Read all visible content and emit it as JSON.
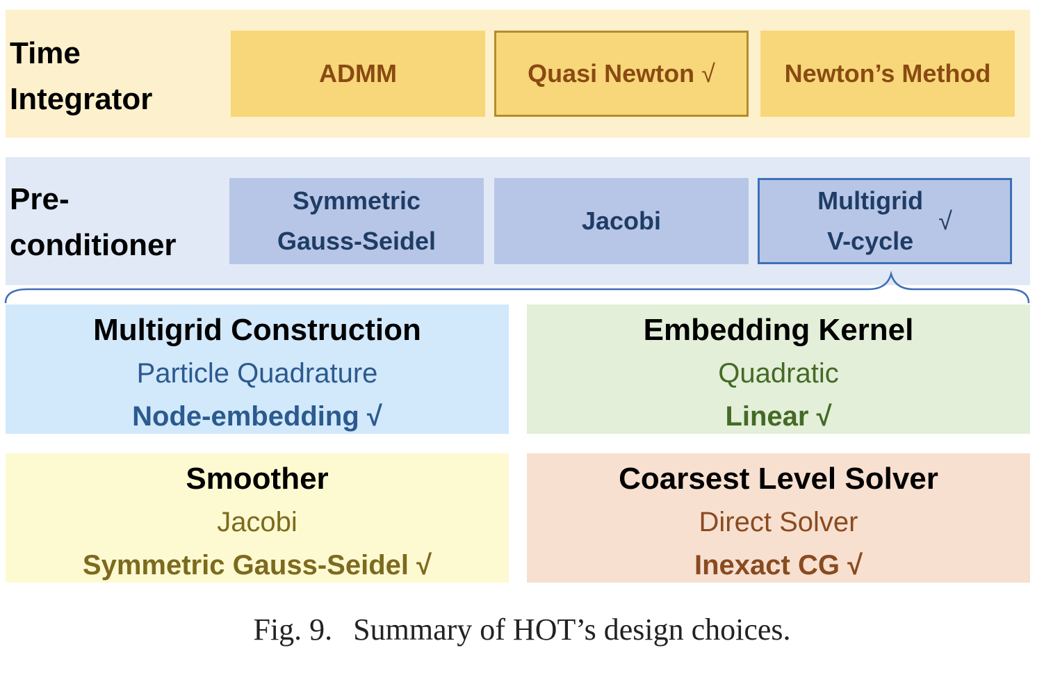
{
  "time_integrator": {
    "label_line1": "Time",
    "label_line2": "Integrator",
    "options": [
      {
        "label": "ADMM"
      },
      {
        "label": "Quasi Newton",
        "check": "√"
      },
      {
        "label": "Newton’s Method"
      }
    ]
  },
  "preconditioner": {
    "label_line1": "Pre-",
    "label_line2": "conditioner",
    "options": [
      {
        "line1": "Symmetric",
        "line2": "Gauss-Seidel"
      },
      {
        "line1": "Jacobi"
      },
      {
        "line1": "Multigrid",
        "line2": "V-cycle",
        "check": "√"
      }
    ]
  },
  "multigrid_construction": {
    "title": "Multigrid Construction",
    "option1": "Particle Quadrature",
    "option2": "Node-embedding √"
  },
  "embedding_kernel": {
    "title": "Embedding Kernel",
    "option1": "Quadratic",
    "option2": "Linear √"
  },
  "smoother": {
    "title": "Smoother",
    "option1": "Jacobi",
    "option2": "Symmetric Gauss-Seidel √"
  },
  "coarsest_level_solver": {
    "title": "Coarsest Level Solver",
    "option1": "Direct Solver",
    "option2": "Inexact CG √"
  },
  "caption": {
    "fig": "Fig. 9.",
    "text": "Summary of HOT’s design choices."
  },
  "colors": {
    "time_band": "#fdf0cc",
    "time_option": "#f7d779",
    "pre_band": "#e0e9f5",
    "pre_option": "#b7c6e6",
    "brace": "#3f6fb7"
  }
}
